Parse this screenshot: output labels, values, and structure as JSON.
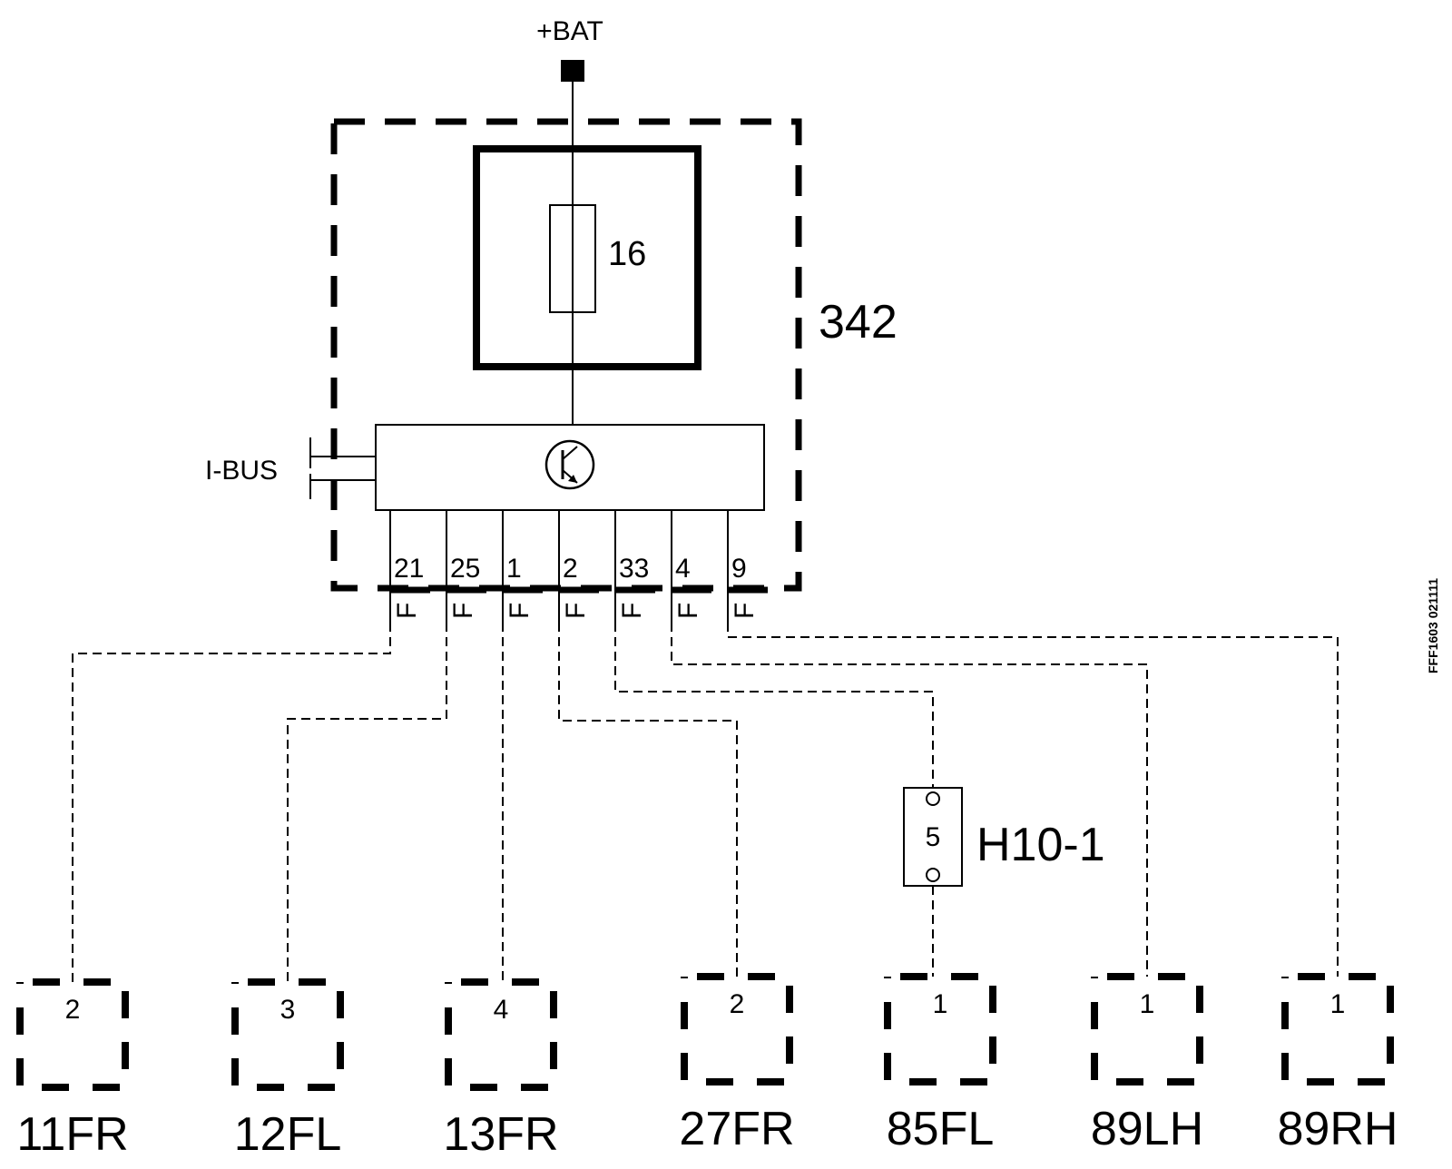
{
  "supply": {
    "label": "+BAT"
  },
  "module": {
    "label": "342"
  },
  "fuse": {
    "label": "16"
  },
  "bus": {
    "label": "I-BUS"
  },
  "pins": [
    {
      "num": "21",
      "type": "F"
    },
    {
      "num": "25",
      "type": "F"
    },
    {
      "num": "1",
      "type": "F"
    },
    {
      "num": "2",
      "type": "F"
    },
    {
      "num": "33",
      "type": "F"
    },
    {
      "num": "4",
      "type": "F"
    },
    {
      "num": "9",
      "type": "F"
    }
  ],
  "connector": {
    "label": "H10-1",
    "pin": "5"
  },
  "components": [
    {
      "id": "11FR",
      "pin": "2"
    },
    {
      "id": "12FL",
      "pin": "3"
    },
    {
      "id": "13FR",
      "pin": "4"
    },
    {
      "id": "27FR",
      "pin": "2"
    },
    {
      "id": "85FL",
      "pin": "1"
    },
    {
      "id": "89LH",
      "pin": "1"
    },
    {
      "id": "89RH",
      "pin": "1"
    }
  ],
  "figure_code": "FFF1603 021111"
}
